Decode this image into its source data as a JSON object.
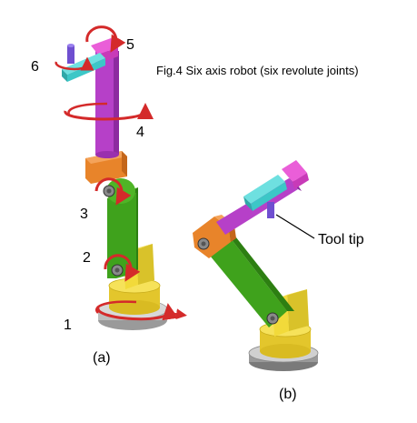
{
  "caption": "Fig.4  Six axis robot (six revolute joints)",
  "joint_labels": [
    "1",
    "2",
    "3",
    "4",
    "5",
    "6"
  ],
  "panel_labels": {
    "a": "(a)",
    "b": "(b)"
  },
  "tool_tip_label": "Tool tip",
  "colors": {
    "base_plate": "#c8c8c8",
    "base_cylinder": "#f2da3a",
    "shoulder_block": "#f2da3a",
    "lower_arm": "#3fa21c",
    "elbow_block": "#e8842a",
    "upper_arm": "#b640c8",
    "wrist": "#ea5ed8",
    "tool": "#3cc7c7",
    "tool_tip": "#6f4fd0",
    "rotation_arrows": "#d42a2a"
  }
}
